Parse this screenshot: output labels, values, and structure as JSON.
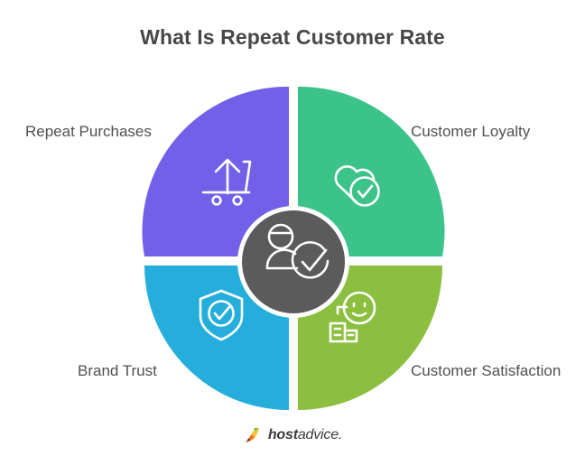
{
  "page": {
    "title": "What Is Repeat Customer Rate",
    "background_color": "#FFFFFF",
    "title_color": "#474747"
  },
  "diagram": {
    "type": "four-quadrant-circle",
    "center": {
      "icon": "customer-check-icon",
      "icon_description": "person silhouette with check mark circle",
      "fill_color": "#5B5B5B",
      "stroke_color": "#FFFFFF"
    },
    "quadrants": [
      {
        "position": "top-left",
        "label": "Repeat Purchases",
        "color": "#7360E8",
        "icon": "shopping-cart-up-arrow-icon"
      },
      {
        "position": "top-right",
        "label": "Customer Loyalty",
        "color": "#3CC389",
        "icon": "heart-check-icon"
      },
      {
        "position": "bottom-left",
        "label": "Brand Trust",
        "color": "#25AEDC",
        "icon": "shield-check-icon"
      },
      {
        "position": "bottom-right",
        "label": "Customer Satisfaction",
        "color": "#8CBF3F",
        "icon": "smiley-bar-chart-icon"
      }
    ]
  },
  "footer": {
    "logo_mark": "hostadvice-mascot-icon",
    "brand_bold": "host",
    "brand_light": "advice.",
    "brand_color": "#3D3D3D"
  }
}
